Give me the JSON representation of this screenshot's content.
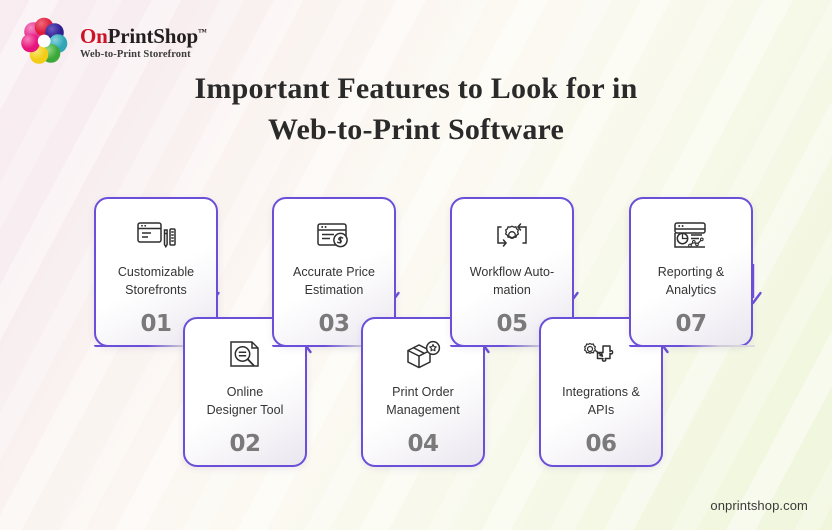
{
  "brand": {
    "logo_icon": "flower-petals-logo",
    "name_prefix": "On",
    "name_rest": "PrintShop",
    "trademark": "™",
    "tagline": "Web-to-Print Storefront",
    "petal_colors": [
      "#e8147d",
      "#e01b3c",
      "#2e1f8f",
      "#3fb6c4",
      "#4fb848",
      "#f2d021",
      "#ec3b8e"
    ],
    "accent_red": "#cf1126"
  },
  "title": {
    "line1": "Important Features to Look for in",
    "line2": "Web-to-Print Software"
  },
  "colors": {
    "card_border": "#6b4fd8",
    "arrow": "#6b4fd8",
    "number": "#7a7a7a",
    "text": "#343434",
    "bg_left": "#f8ecf0",
    "bg_right": "#f0f6dc"
  },
  "cards": [
    {
      "number": "01",
      "label": "Customizable\nStorefronts",
      "label_line1": "Customizable",
      "label_line2": "Storefronts",
      "icon": "browser-customize-icon",
      "row": "top"
    },
    {
      "number": "02",
      "label": "Online\nDesigner Tool",
      "label_line1": "Online",
      "label_line2": "Designer Tool",
      "icon": "document-magnifier-icon",
      "row": "bottom"
    },
    {
      "number": "03",
      "label": "Accurate Price\nEstimation",
      "label_line1": "Accurate Price",
      "label_line2": "Estimation",
      "icon": "browser-dollar-icon",
      "row": "top"
    },
    {
      "number": "04",
      "label": "Print Order\nManagement",
      "label_line1": "Print Order",
      "label_line2": "Management",
      "icon": "package-star-icon",
      "row": "bottom"
    },
    {
      "number": "05",
      "label": "Workflow Auto-\nmation",
      "label_line1": "Workflow Auto-",
      "label_line2": "mation",
      "icon": "gear-cycle-icon",
      "row": "top"
    },
    {
      "number": "06",
      "label": "Integrations &\nAPIs",
      "label_line1": "Integrations &",
      "label_line2": "APIs",
      "icon": "puzzle-gear-icon",
      "row": "bottom"
    },
    {
      "number": "07",
      "label": "Reporting &\nAnalytics",
      "label_line1": "Reporting &",
      "label_line2": "Analytics",
      "icon": "analytics-dashboard-icon",
      "row": "top"
    }
  ],
  "arrows": [
    {
      "name": "arrow-01-to-02",
      "direction": "down"
    },
    {
      "name": "arrow-02-to-03",
      "direction": "up"
    },
    {
      "name": "arrow-03-to-04",
      "direction": "down"
    },
    {
      "name": "arrow-04-to-05",
      "direction": "up"
    },
    {
      "name": "arrow-05-to-06",
      "direction": "down"
    },
    {
      "name": "arrow-06-to-07",
      "direction": "up"
    }
  ],
  "footer": {
    "website": "onprintshop.com"
  }
}
